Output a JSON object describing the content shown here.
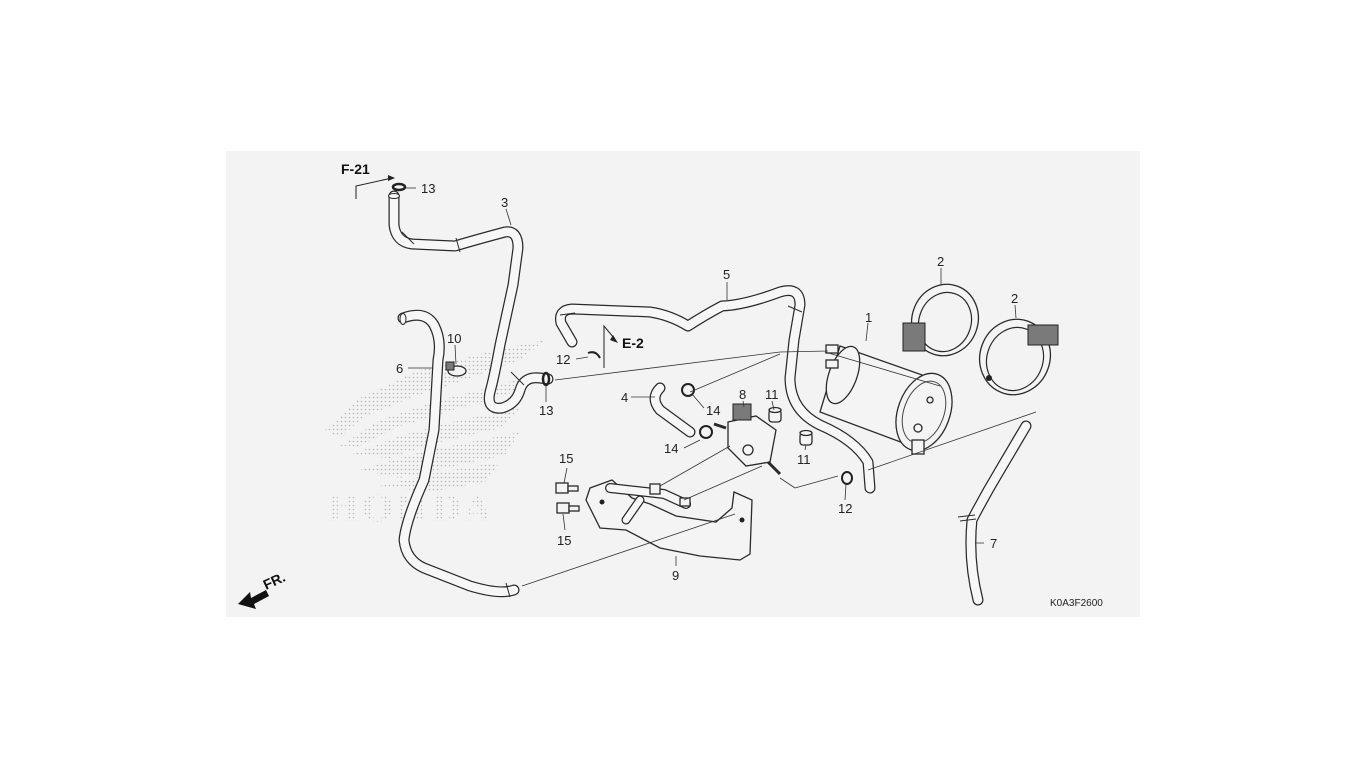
{
  "diagram_code": "K0A3F2600",
  "refs": {
    "f21": "F-21",
    "e2": "E-2",
    "front": "FR."
  },
  "watermark": "HONDA",
  "callouts": {
    "c1": "1",
    "c2a": "2",
    "c2b": "2",
    "c3": "3",
    "c4": "4",
    "c5": "5",
    "c6": "6",
    "c7": "7",
    "c8": "8",
    "c9": "9",
    "c10": "10",
    "c11a": "11",
    "c11b": "11",
    "c12a": "12",
    "c12b": "12",
    "c13a": "13",
    "c13b": "13",
    "c14a": "14",
    "c14b": "14",
    "c15a": "15",
    "c15b": "15"
  }
}
